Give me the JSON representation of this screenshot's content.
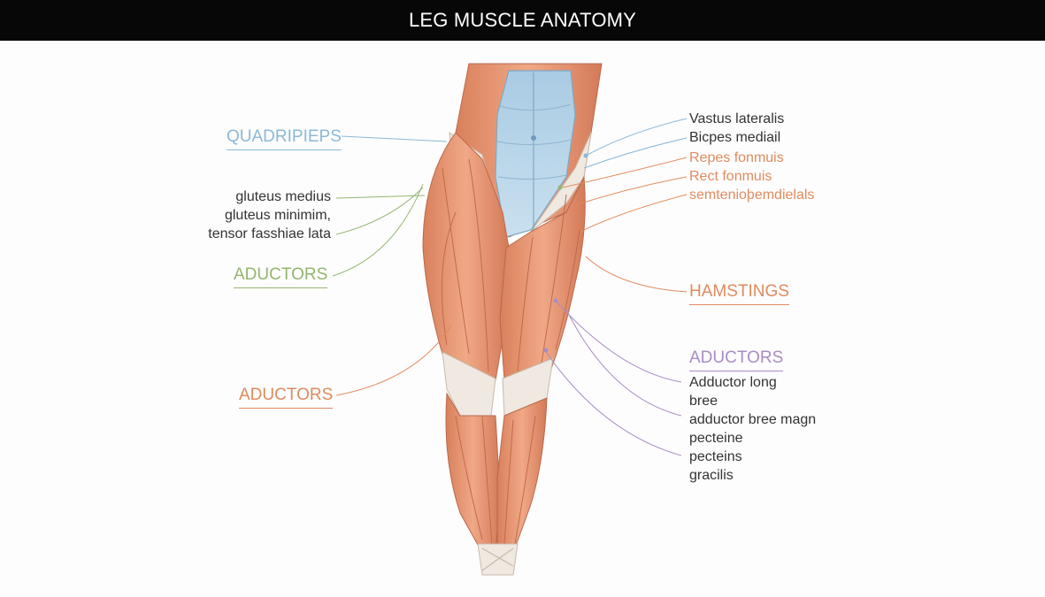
{
  "title": "LEG MUSCLE ANATOMY",
  "colors": {
    "blue": "#8ab9d8",
    "green": "#93b56f",
    "orange": "#e08b5e",
    "purple": "#a98cc4",
    "text": "#333333",
    "muscle": "#e2906e",
    "tendon": "#efe9e2",
    "abdomen": "#b9d6ea"
  },
  "left_labels": {
    "quadriceps": "QUADRIPIEPS",
    "gluteus_lines": [
      "gluteus medius",
      "gluteus minimim,",
      "tensor fasshiae lata"
    ],
    "adductors_green": "ADUCTORS",
    "adductors_orange": "ADUCTORS"
  },
  "right_labels": {
    "upper_lines": [
      "Vastus lateralis",
      "Bicpes mediail"
    ],
    "orange_lines": [
      "Repes fonmuis",
      "Rect fonmuis",
      "semtenioþemdielals"
    ],
    "hamstrings": "HAMSTINGS",
    "adductors": "ADUCTORS",
    "adductor_lines": [
      "Adductor long",
      "bree",
      "adductor bree magn",
      "pecteine",
      "pecteins",
      "gracilis"
    ]
  }
}
